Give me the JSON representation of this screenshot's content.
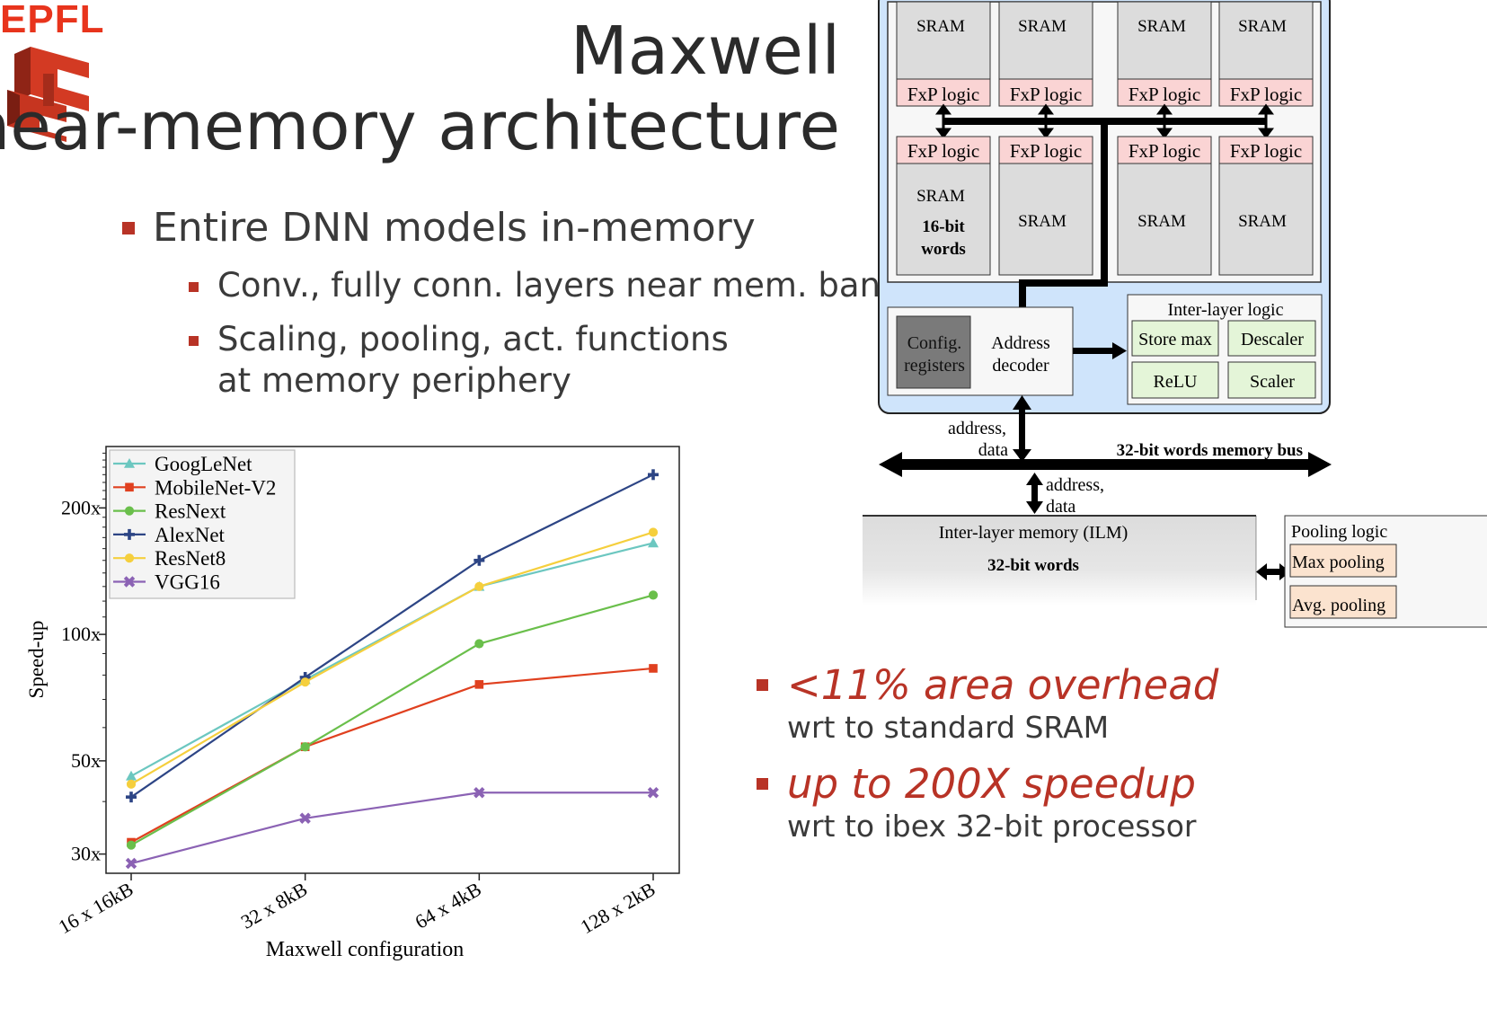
{
  "logo": {
    "text": "EPFL"
  },
  "title": {
    "line1": "Maxwell",
    "line2": "near-memory architecture"
  },
  "bullets": {
    "main": "Entire DNN models in-memory",
    "sub1": "Conv., fully conn. layers near mem. banks",
    "sub2_line1": "Scaling, pooling, act. functions",
    "sub2_line2": "at memory periphery"
  },
  "highlights": {
    "h1_main": "<11% area overhead",
    "h1_sub": "wrt to standard SRAM",
    "h2_main": "up to 200X speedup",
    "h2_sub": "wrt to ibex 32-bit processor"
  },
  "diagram": {
    "sram": "SRAM",
    "fxp": "FxP logic",
    "sram_words": "16-bit",
    "sram_words2": "words",
    "config1": "Config.",
    "config2": "registers",
    "addr1": "Address",
    "addr2": "decoder",
    "inter_layer_logic": "Inter-layer logic",
    "store_max": "Store max",
    "descaler": "Descaler",
    "relu": "ReLU",
    "scaler": "Scaler",
    "addr_data_1": "address,",
    "addr_data_2": "data",
    "bus": "32-bit words memory bus",
    "ilm1": "Inter-layer memory (ILM)",
    "ilm2": "32-bit words",
    "pooling": "Pooling logic",
    "max_pool": "Max pooling",
    "avg_pool": "Avg. pooling"
  },
  "chart_data": {
    "type": "line",
    "xlabel": "Maxwell configuration",
    "ylabel": "Speed-up",
    "yscale": "log",
    "ylim": [
      27,
      280
    ],
    "yticks": [
      30,
      50,
      100,
      200
    ],
    "ytick_labels": [
      "30x",
      "50x",
      "100x",
      "200x"
    ],
    "x": [
      "16 x 16kB",
      "32 x 8kB",
      "64 x 4kB",
      "128 x 2kB"
    ],
    "x_positions": [
      16,
      32,
      64,
      128
    ],
    "legend_position": "top-left",
    "series": [
      {
        "name": "GoogLeNet",
        "color": "#6cc7c0",
        "marker": "triangle",
        "values": [
          46,
          78,
          130,
          165
        ]
      },
      {
        "name": "MobileNet-V2",
        "color": "#e0401f",
        "marker": "square",
        "values": [
          32,
          54,
          76,
          83
        ]
      },
      {
        "name": "ResNext",
        "color": "#6abf4b",
        "marker": "circle",
        "values": [
          31.5,
          54,
          95,
          124
        ]
      },
      {
        "name": "AlexNet",
        "color": "#2d4585",
        "marker": "plus",
        "values": [
          41,
          79,
          150,
          240
        ]
      },
      {
        "name": "ResNet8",
        "color": "#f5cf3d",
        "marker": "circle",
        "values": [
          44,
          77,
          130,
          175
        ]
      },
      {
        "name": "VGG16",
        "color": "#8b62b4",
        "marker": "x",
        "values": [
          28.5,
          36.5,
          42,
          42
        ]
      }
    ]
  }
}
